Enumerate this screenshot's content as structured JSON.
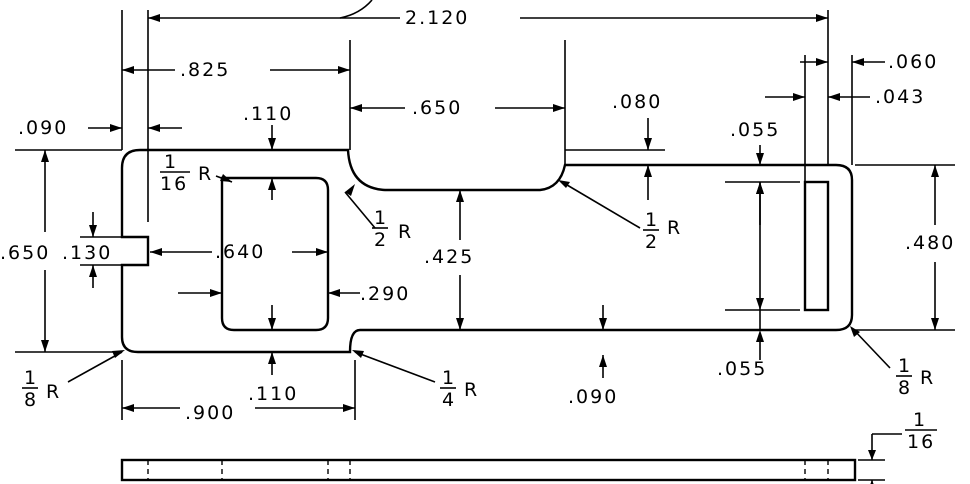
{
  "drawing": {
    "dimensions": {
      "overall_length": "2.120",
      "left_to_slot": ".825",
      "slot_width": ".650",
      "left_wall": ".090",
      "top_web": ".110",
      "slot_depth": ".080",
      "right_slot_margin": ".055",
      "right_edge_offset": ".060",
      "rect_slot_width": ".043",
      "overall_height": ".650",
      "tab_height": ".130",
      "pocket_width": ".640",
      "pocket_height": ".290",
      "mid_height": ".425",
      "right_height": ".480",
      "bottom_web": ".110",
      "bottom_margin": ".055",
      "bottom_length": ".900",
      "bottom_depth": ".090"
    },
    "radii": {
      "fillet_sixteenth": {
        "num": "1",
        "den": "16",
        "suffix": "R"
      },
      "fillet_half_left": {
        "num": "1",
        "den": "2",
        "suffix": "R"
      },
      "fillet_half_right": {
        "num": "1",
        "den": "2",
        "suffix": "R"
      },
      "fillet_eighth_left": {
        "num": "1",
        "den": "8",
        "suffix": "R"
      },
      "fillet_quarter": {
        "num": "1",
        "den": "4",
        "suffix": "R"
      },
      "fillet_eighth_right": {
        "num": "1",
        "den": "8",
        "suffix": "R"
      }
    },
    "thickness": {
      "num": "1",
      "den": "16"
    }
  }
}
